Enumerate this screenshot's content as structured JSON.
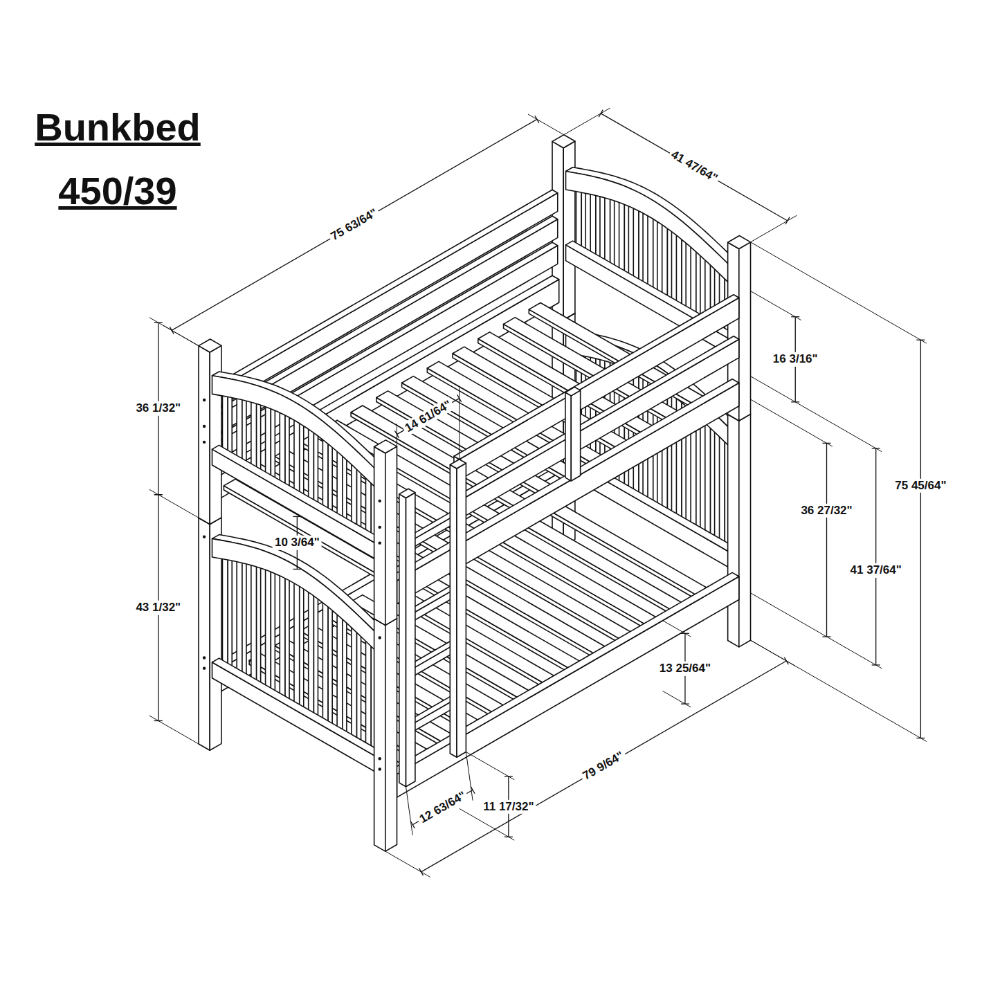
{
  "diagram": {
    "title": "Bunkbed 450/39",
    "labels": [
      "75 63/64\"",
      "41 47/64\"",
      "16 3/16\"",
      "14 61/64\"",
      "36 1/32\"",
      "10 3/64\"",
      "36 27/32\"",
      "41 37/64\"",
      "75 45/64\"",
      "13 25/64\"",
      "43 1/32\"",
      "79 9/64\"",
      "12 63/64\"",
      "11 17/32\""
    ]
  }
}
